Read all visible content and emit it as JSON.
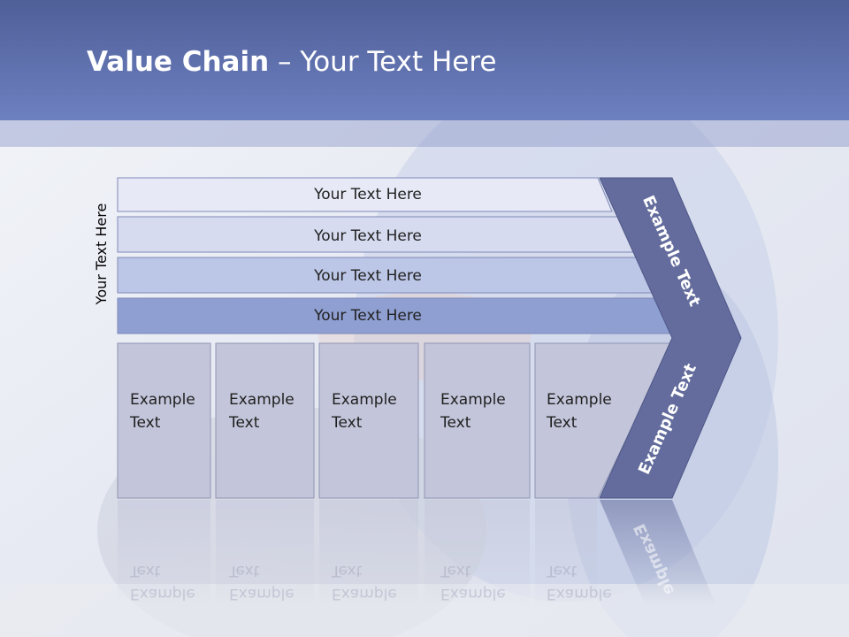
{
  "title": {
    "bold": "Value Chain",
    "rest": " – Your Text Here"
  },
  "side_label": "Your Text Here",
  "rows": [
    {
      "label": "Your Text Here"
    },
    {
      "label": "Your Text Here"
    },
    {
      "label": "Your Text Here"
    },
    {
      "label": "Your Text Here"
    }
  ],
  "boxes": [
    {
      "text": "Example\nText"
    },
    {
      "text": "Example\nText"
    },
    {
      "text": "Example\nText"
    },
    {
      "text": "Example\nText"
    },
    {
      "text": "Example\nText"
    }
  ],
  "chevron_top_label": "Example Text",
  "chevron_bottom_label": "Example Text",
  "reflection_label": "Example",
  "colors": {
    "header": "#5b6cab",
    "row1": "#e7eaf6",
    "row2": "#d6dbf0",
    "row3": "#bcc6e6",
    "row4": "#8f9fd2",
    "box": "#c3c6da",
    "chevron": "#636c9c"
  }
}
